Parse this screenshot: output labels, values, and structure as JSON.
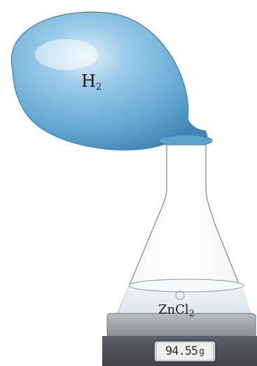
{
  "balloon": {
    "gas_symbol": "H",
    "gas_subscript": "2",
    "fill_color": "#6aaed6"
  },
  "flask": {
    "solution_symbol": "ZnCl",
    "solution_subscript": "2"
  },
  "scale": {
    "reading": "94.55",
    "unit": "g"
  }
}
